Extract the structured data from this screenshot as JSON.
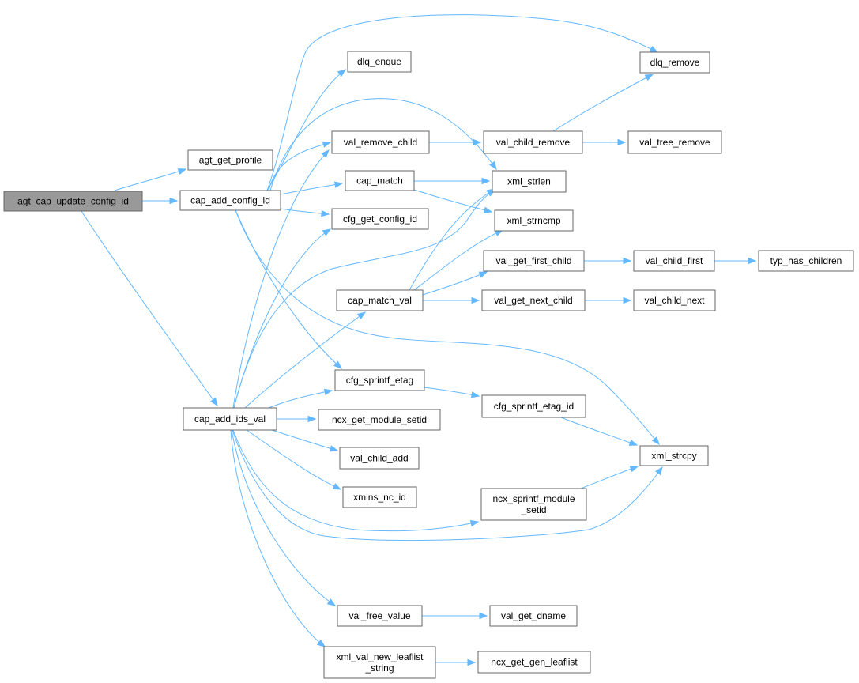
{
  "diagram": {
    "type": "call-graph",
    "colors": {
      "edge": "#63b8ff",
      "root_fill": "#999999",
      "node_border": "#666666"
    },
    "nodes": [
      {
        "id": "agt_cap_update_config_id",
        "lines": [
          "agt_cap_update_config_id"
        ],
        "root": true
      },
      {
        "id": "agt_get_profile",
        "lines": [
          "agt_get_profile"
        ]
      },
      {
        "id": "cap_add_config_id",
        "lines": [
          "cap_add_config_id"
        ]
      },
      {
        "id": "cap_add_ids_val",
        "lines": [
          "cap_add_ids_val"
        ]
      },
      {
        "id": "dlq_enque",
        "lines": [
          "dlq_enque"
        ]
      },
      {
        "id": "dlq_remove",
        "lines": [
          "dlq_remove"
        ]
      },
      {
        "id": "val_remove_child",
        "lines": [
          "val_remove_child"
        ]
      },
      {
        "id": "val_child_remove",
        "lines": [
          "val_child_remove"
        ]
      },
      {
        "id": "val_tree_remove",
        "lines": [
          "val_tree_remove"
        ]
      },
      {
        "id": "cap_match",
        "lines": [
          "cap_match"
        ]
      },
      {
        "id": "xml_strlen",
        "lines": [
          "xml_strlen"
        ]
      },
      {
        "id": "cfg_get_config_id",
        "lines": [
          "cfg_get_config_id"
        ]
      },
      {
        "id": "xml_strncmp",
        "lines": [
          "xml_strncmp"
        ]
      },
      {
        "id": "val_get_first_child",
        "lines": [
          "val_get_first_child"
        ]
      },
      {
        "id": "val_child_first",
        "lines": [
          "val_child_first"
        ]
      },
      {
        "id": "typ_has_children",
        "lines": [
          "typ_has_children"
        ]
      },
      {
        "id": "cap_match_val",
        "lines": [
          "cap_match_val"
        ]
      },
      {
        "id": "val_get_next_child",
        "lines": [
          "val_get_next_child"
        ]
      },
      {
        "id": "val_child_next",
        "lines": [
          "val_child_next"
        ]
      },
      {
        "id": "cfg_sprintf_etag",
        "lines": [
          "cfg_sprintf_etag"
        ]
      },
      {
        "id": "cfg_sprintf_etag_id",
        "lines": [
          "cfg_sprintf_etag_id"
        ]
      },
      {
        "id": "ncx_get_module_setid",
        "lines": [
          "ncx_get_module_setid"
        ]
      },
      {
        "id": "xml_strcpy",
        "lines": [
          "xml_strcpy"
        ]
      },
      {
        "id": "val_child_add",
        "lines": [
          "val_child_add"
        ]
      },
      {
        "id": "xmlns_nc_id",
        "lines": [
          "xmlns_nc_id"
        ]
      },
      {
        "id": "ncx_sprintf_module_setid",
        "lines": [
          "ncx_sprintf_module",
          "_setid"
        ]
      },
      {
        "id": "val_free_value",
        "lines": [
          "val_free_value"
        ]
      },
      {
        "id": "val_get_dname",
        "lines": [
          "val_get_dname"
        ]
      },
      {
        "id": "xml_val_new_leaflist_string",
        "lines": [
          "xml_val_new_leaflist",
          "_string"
        ]
      },
      {
        "id": "ncx_get_gen_leaflist",
        "lines": [
          "ncx_get_gen_leaflist"
        ]
      }
    ],
    "edges": [
      [
        "agt_cap_update_config_id",
        "agt_get_profile"
      ],
      [
        "agt_cap_update_config_id",
        "cap_add_config_id"
      ],
      [
        "agt_cap_update_config_id",
        "cap_add_ids_val"
      ],
      [
        "cap_add_config_id",
        "dlq_enque"
      ],
      [
        "cap_add_config_id",
        "dlq_remove"
      ],
      [
        "cap_add_config_id",
        "val_remove_child"
      ],
      [
        "cap_add_config_id",
        "cap_match"
      ],
      [
        "cap_add_config_id",
        "xml_strlen"
      ],
      [
        "cap_add_config_id",
        "cfg_get_config_id"
      ],
      [
        "cap_add_config_id",
        "cfg_sprintf_etag"
      ],
      [
        "cap_add_config_id",
        "xml_strcpy"
      ],
      [
        "val_remove_child",
        "val_child_remove"
      ],
      [
        "val_child_remove",
        "dlq_remove"
      ],
      [
        "val_child_remove",
        "val_tree_remove"
      ],
      [
        "cap_match",
        "xml_strlen"
      ],
      [
        "cap_match",
        "xml_strncmp"
      ],
      [
        "cap_match_val",
        "xml_strlen"
      ],
      [
        "cap_match_val",
        "xml_strncmp"
      ],
      [
        "cap_match_val",
        "val_get_first_child"
      ],
      [
        "cap_match_val",
        "val_get_next_child"
      ],
      [
        "val_get_first_child",
        "val_child_first"
      ],
      [
        "val_child_first",
        "typ_has_children"
      ],
      [
        "val_get_next_child",
        "val_child_next"
      ],
      [
        "cap_add_ids_val",
        "val_remove_child"
      ],
      [
        "cap_add_ids_val",
        "cfg_get_config_id"
      ],
      [
        "cap_add_ids_val",
        "xml_strlen"
      ],
      [
        "cap_add_ids_val",
        "cap_match_val"
      ],
      [
        "cap_add_ids_val",
        "cfg_sprintf_etag"
      ],
      [
        "cap_add_ids_val",
        "ncx_get_module_setid"
      ],
      [
        "cap_add_ids_val",
        "val_child_add"
      ],
      [
        "cap_add_ids_val",
        "xmlns_nc_id"
      ],
      [
        "cap_add_ids_val",
        "ncx_sprintf_module_setid"
      ],
      [
        "cap_add_ids_val",
        "xml_strcpy"
      ],
      [
        "cap_add_ids_val",
        "val_free_value"
      ],
      [
        "cap_add_ids_val",
        "xml_val_new_leaflist_string"
      ],
      [
        "cfg_sprintf_etag",
        "cfg_sprintf_etag_id"
      ],
      [
        "cfg_sprintf_etag_id",
        "xml_strcpy"
      ],
      [
        "ncx_sprintf_module_setid",
        "xml_strcpy"
      ],
      [
        "val_free_value",
        "val_get_dname"
      ],
      [
        "xml_val_new_leaflist_string",
        "ncx_get_gen_leaflist"
      ]
    ]
  }
}
